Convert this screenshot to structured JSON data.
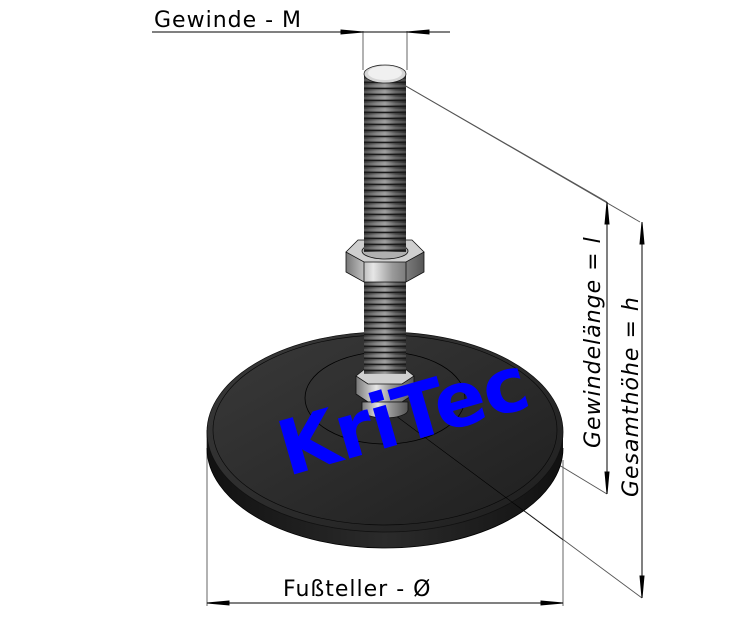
{
  "diagram": {
    "subject": "leveling foot with threaded stud, hex nut and round rubber base",
    "brand_watermark": {
      "text": "KriTec",
      "color": "#0000ff"
    },
    "dimensions": {
      "thread": {
        "label": "Gewinde - M"
      },
      "thread_length": {
        "label": "Gewindelänge = l"
      },
      "total_height": {
        "label": "Gesamthöhe = h"
      },
      "base_diameter": {
        "label": "Fußteller - Ø"
      }
    },
    "colors": {
      "line": "#000000",
      "extension_line": "#555555",
      "base": "#2a2a2a",
      "metal": "#8a8a8a",
      "background": "#ffffff"
    }
  }
}
